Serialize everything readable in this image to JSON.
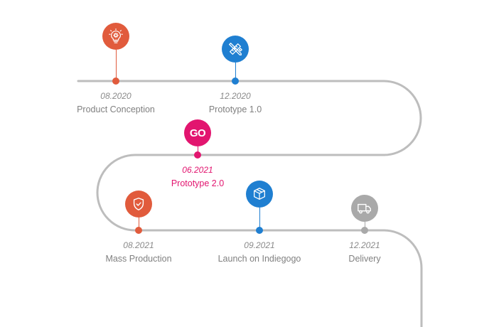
{
  "colors": {
    "track": "#bdbdbd",
    "orange": "#e15b3c",
    "blue": "#1f7fd1",
    "pink": "#e2156f",
    "gray": "#a9a9a9",
    "date_gray": "#8a8a8a",
    "label_gray": "#808080"
  },
  "milestones": [
    {
      "date": "08.2020",
      "label": "Product Conception",
      "icon": "lightbulb-gear-icon",
      "color": "orange",
      "highlight": false
    },
    {
      "date": "12.2020",
      "label": "Prototype 1.0",
      "icon": "pencil-ruler-icon",
      "color": "blue",
      "highlight": false
    },
    {
      "date": "06.2021",
      "label": "Prototype 2.0",
      "icon": "go-icon",
      "go_text": "GO",
      "color": "pink",
      "highlight": true
    },
    {
      "date": "08.2021",
      "label": "Mass Production",
      "icon": "shield-check-icon",
      "color": "orange",
      "highlight": false
    },
    {
      "date": "09.2021",
      "label": "Launch on Indiegogo",
      "icon": "box-icon",
      "color": "blue",
      "highlight": false
    },
    {
      "date": "12.2021",
      "label": "Delivery",
      "icon": "truck-icon",
      "color": "gray",
      "highlight": false
    }
  ]
}
